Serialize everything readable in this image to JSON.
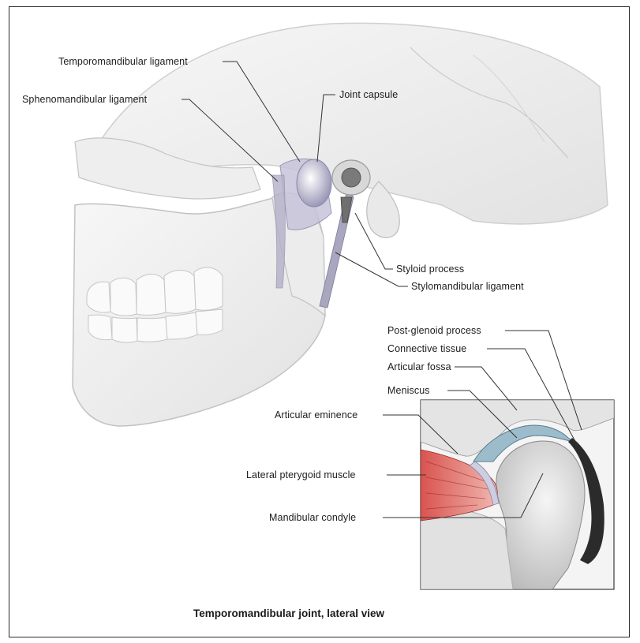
{
  "figure": {
    "caption": "Temporomandibular joint, lateral view"
  },
  "labels": {
    "temporomandibular_ligament": "Temporomandibular ligament",
    "sphenomandibular_ligament": "Sphenomandibular ligament",
    "joint_capsule": "Joint capsule",
    "styloid_process": "Styloid process",
    "stylomandibular_ligament": "Stylomandibular ligament",
    "post_glenoid_process": "Post-glenoid process",
    "connective_tissue": "Connective tissue",
    "articular_fossa": "Articular fossa",
    "meniscus": "Meniscus",
    "articular_eminence": "Articular eminence",
    "lateral_pterygoid_muscle": "Lateral pterygoid muscle",
    "mandibular_condyle": "Mandibular condyle"
  },
  "colors": {
    "bone": "#f1f1f1",
    "bone_outline": "#c9c9c9",
    "ligament": "#b9b6cf",
    "muscle": "#c23a3a",
    "meniscus": "#8fb3c4",
    "condyle": "#dcdcdc",
    "leader_line": "#333333"
  }
}
